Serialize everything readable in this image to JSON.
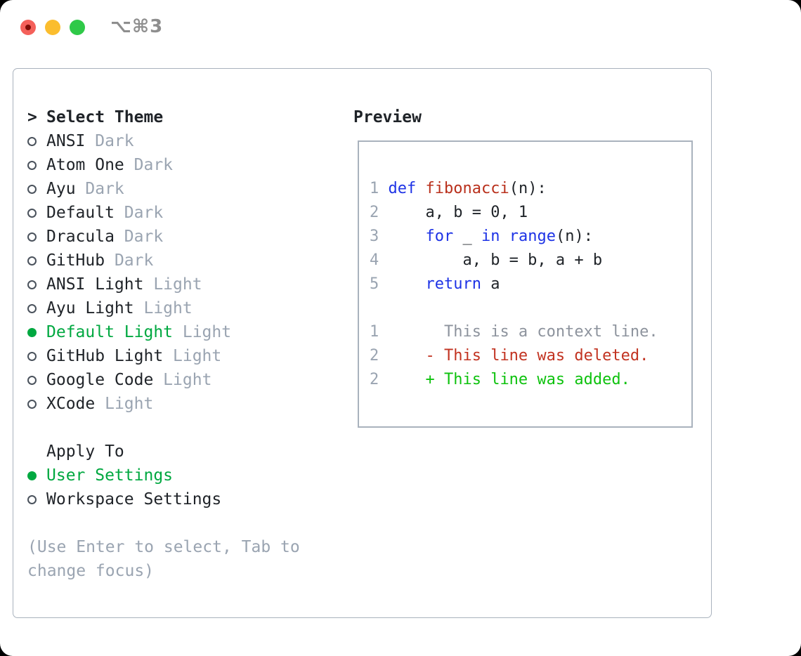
{
  "window": {
    "title": "⌥⌘3"
  },
  "traffic_lights": [
    {
      "name": "close",
      "color": "#F4605A",
      "dot": "#7E0C06"
    },
    {
      "name": "minimize",
      "color": "#FBBD2E",
      "dot": null
    },
    {
      "name": "zoom",
      "color": "#2FC948",
      "dot": null
    }
  ],
  "colors": {
    "text": "#1F2328",
    "muted": "#9AA4B1",
    "ring": "#4A525C",
    "select_green": "#00A840",
    "added_green": "#0EC20E",
    "deleted_red": "#C23321",
    "keyword_blue": "#1E33E6",
    "function_red": "#B9301C",
    "lineno_gray": "#9AA4B1",
    "context_gray": "#8D939D",
    "border_gray": "#A9B2BD",
    "title_gray": "#8E8E8E"
  },
  "theme_menu": {
    "marker": ">",
    "header": "Select Theme",
    "items": [
      {
        "name": "ANSI",
        "variant": "Dark",
        "selected": false
      },
      {
        "name": "Atom One",
        "variant": "Dark",
        "selected": false
      },
      {
        "name": "Ayu",
        "variant": "Dark",
        "selected": false
      },
      {
        "name": "Default",
        "variant": "Dark",
        "selected": false
      },
      {
        "name": "Dracula",
        "variant": "Dark",
        "selected": false
      },
      {
        "name": "GitHub",
        "variant": "Dark",
        "selected": false
      },
      {
        "name": "ANSI Light",
        "variant": "Light",
        "selected": false
      },
      {
        "name": "Ayu Light",
        "variant": "Light",
        "selected": false
      },
      {
        "name": "Default Light",
        "variant": "Light",
        "selected": true
      },
      {
        "name": "GitHub Light",
        "variant": "Light",
        "selected": false
      },
      {
        "name": "Google Code",
        "variant": "Light",
        "selected": false
      },
      {
        "name": "XCode",
        "variant": "Light",
        "selected": false
      }
    ]
  },
  "apply_to": {
    "header": "Apply To",
    "items": [
      {
        "name": "User Settings",
        "selected": true
      },
      {
        "name": "Workspace Settings",
        "selected": false
      }
    ]
  },
  "hint": {
    "line1": "(Use Enter to select, Tab to",
    "line2": "change focus)"
  },
  "preview": {
    "header": "Preview",
    "lines": [
      [
        [
          "lineno",
          "1 "
        ],
        [
          "kw",
          "def"
        ],
        [
          "plain",
          " "
        ],
        [
          "fn",
          "fibonacci"
        ],
        [
          "plain",
          "(n):"
        ]
      ],
      [
        [
          "lineno",
          "2 "
        ],
        [
          "plain",
          "    a, b = 0, 1"
        ]
      ],
      [
        [
          "lineno",
          "3 "
        ],
        [
          "plain",
          "    "
        ],
        [
          "kw",
          "for"
        ],
        [
          "plain",
          " _ "
        ],
        [
          "kw",
          "in"
        ],
        [
          "plain",
          " "
        ],
        [
          "kw",
          "range"
        ],
        [
          "plain",
          "(n):"
        ]
      ],
      [
        [
          "lineno",
          "4 "
        ],
        [
          "plain",
          "        a, b = b, a + b"
        ]
      ],
      [
        [
          "lineno",
          "5 "
        ],
        [
          "plain",
          "    "
        ],
        [
          "kw",
          "return"
        ],
        [
          "plain",
          " a"
        ]
      ],
      [],
      [
        [
          "lineno",
          "1 "
        ],
        [
          "ctx",
          "      This is a context line."
        ]
      ],
      [
        [
          "lineno",
          "2 "
        ],
        [
          "del",
          "    - This line was deleted."
        ]
      ],
      [
        [
          "lineno",
          "2 "
        ],
        [
          "add",
          "    + This line was added."
        ]
      ]
    ]
  }
}
